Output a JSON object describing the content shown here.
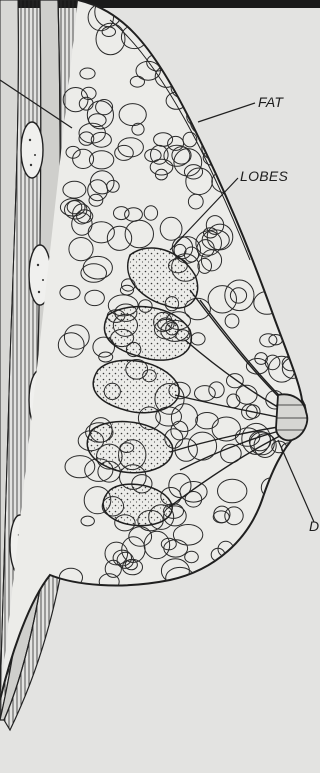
{
  "labels": {
    "fat": "FAT",
    "lobes": "LOBES",
    "duct": "D"
  },
  "colors": {
    "paper": "#e3e3e1",
    "ink": "#1f1f1f",
    "lobe_shade": "#8a8a88",
    "top_band": "#1a1a1a"
  }
}
